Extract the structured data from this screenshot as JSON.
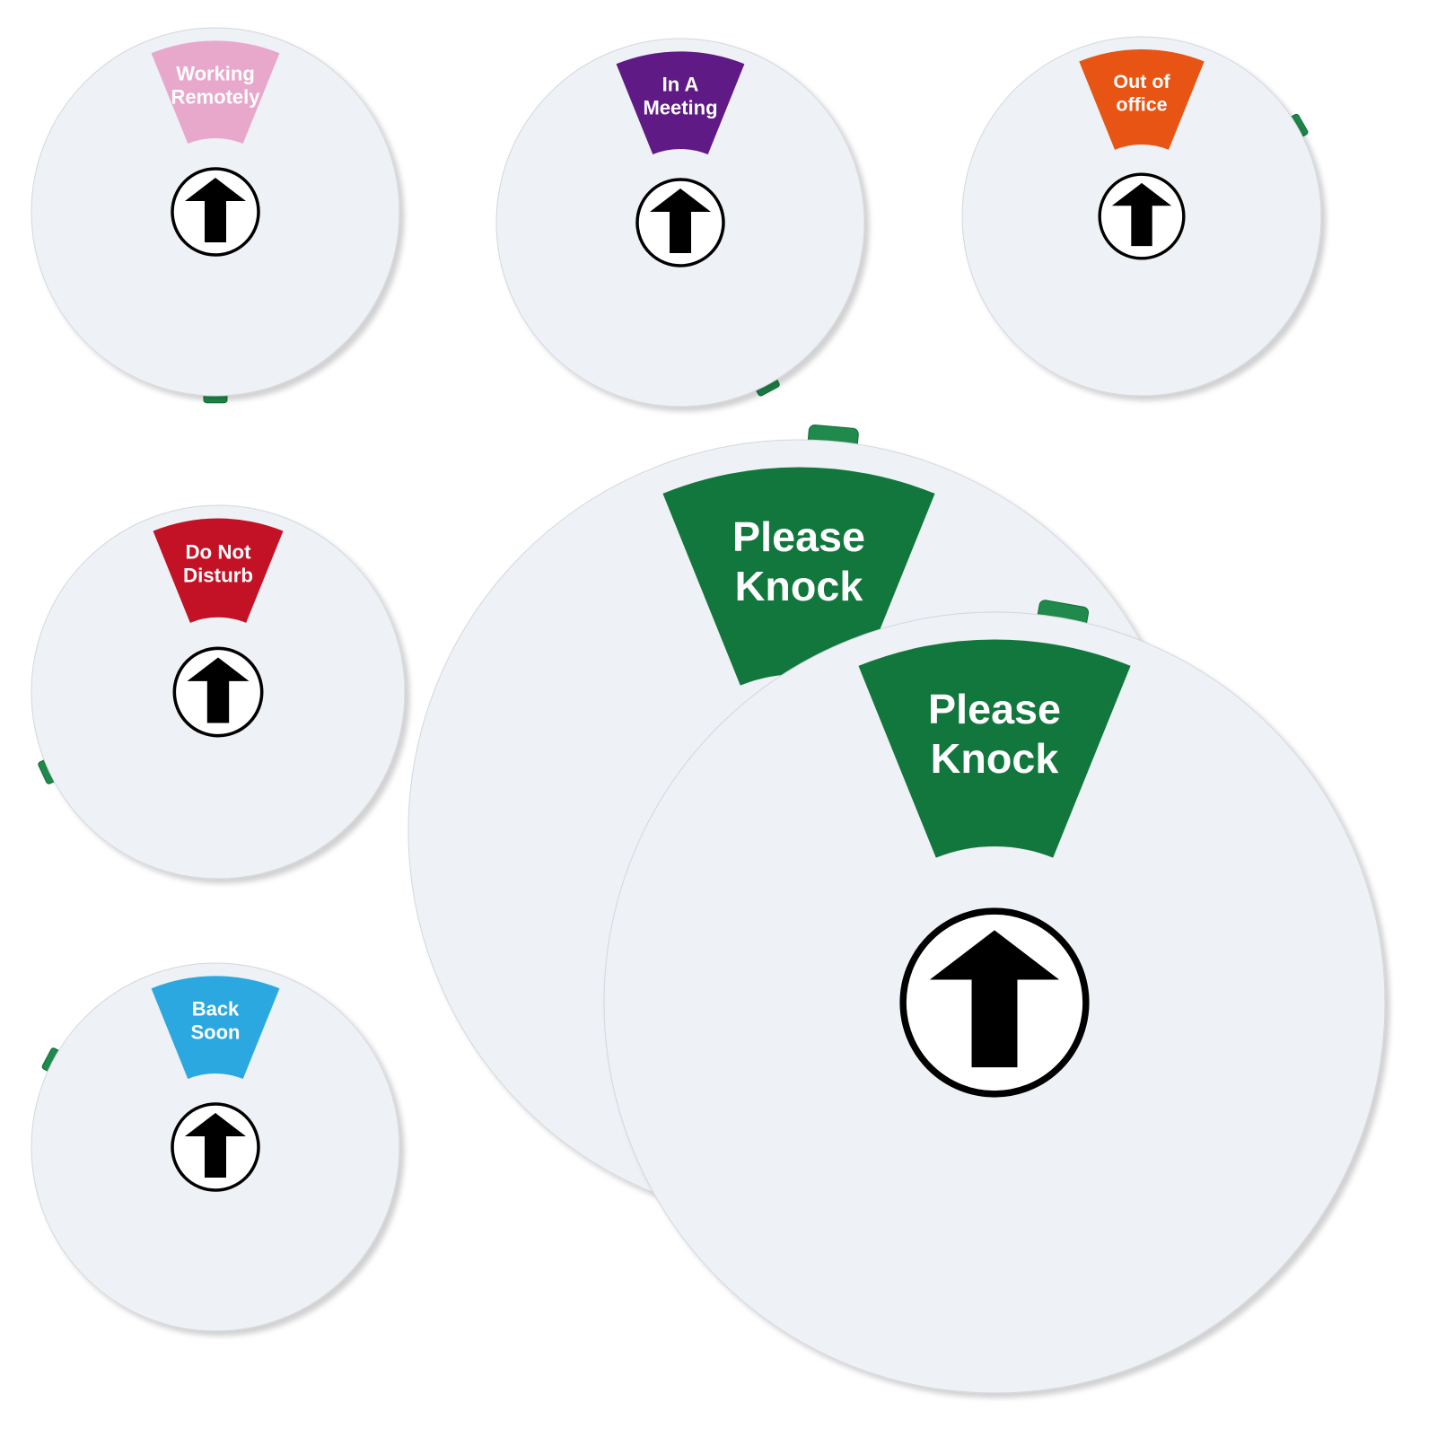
{
  "background_color": "#ffffff",
  "disc_color": "#eef1f5",
  "tab_color": "#1f8a4c",
  "signs": [
    {
      "label_lines": [
        "Working",
        "Remotely"
      ],
      "color": "#e8a8cc",
      "icon": "up-arrow-in-circle-icon"
    },
    {
      "label_lines": [
        "In A",
        "Meeting"
      ],
      "color": "#5f1a85",
      "icon": "up-arrow-in-circle-icon"
    },
    {
      "label_lines": [
        "Out of",
        "office"
      ],
      "color": "#e85414",
      "icon": "up-arrow-in-circle-icon"
    },
    {
      "label_lines": [
        "Do Not",
        "Disturb"
      ],
      "color": "#c31226",
      "icon": "up-arrow-in-circle-icon"
    },
    {
      "label_lines": [
        "Back",
        "Soon"
      ],
      "color": "#2ba8e0",
      "icon": "up-arrow-in-circle-icon"
    },
    {
      "label_lines": [
        "Please",
        "Knock"
      ],
      "color": "#11773c",
      "icon": "up-arrow-in-circle-icon"
    },
    {
      "label_lines": [
        "Please",
        "Knock"
      ],
      "color": "#11773c",
      "icon": "up-arrow-in-circle-icon"
    }
  ]
}
